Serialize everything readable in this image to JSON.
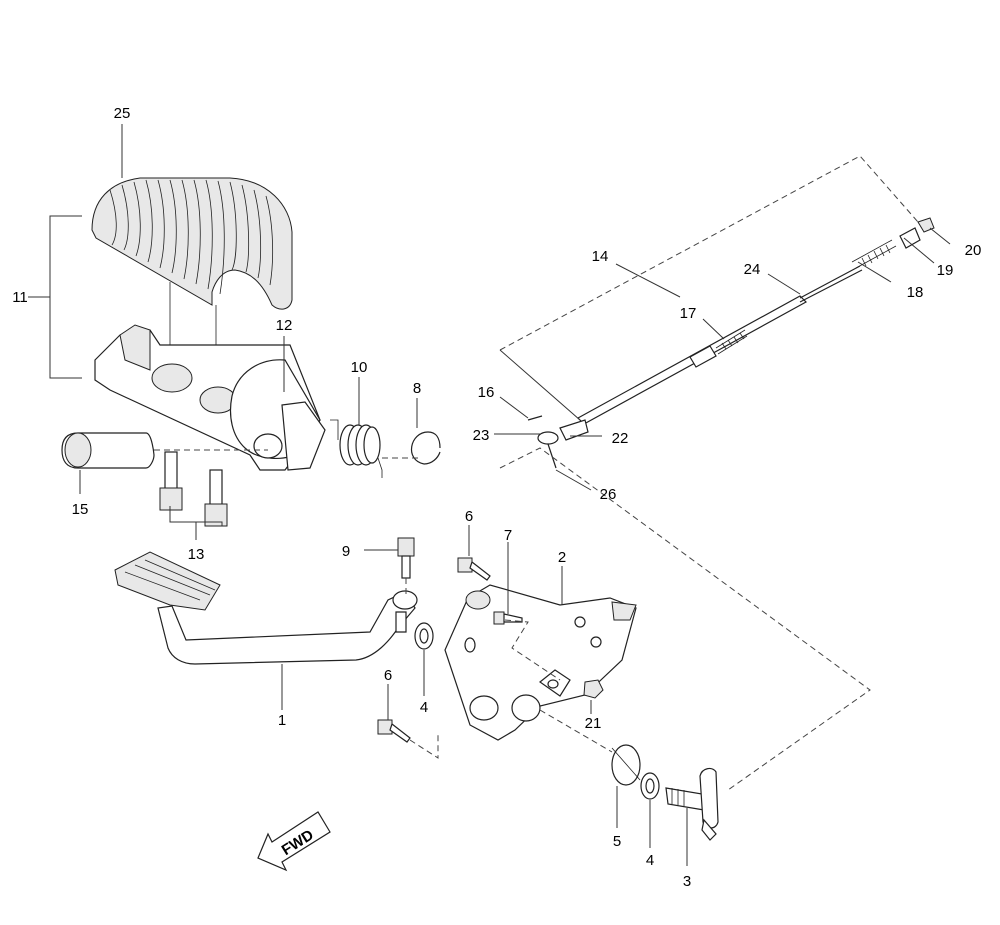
{
  "diagram": {
    "arrow_text": "FWD",
    "callouts": [
      {
        "id": "c25",
        "text": "25"
      },
      {
        "id": "c11",
        "text": "11"
      },
      {
        "id": "c12",
        "text": "12"
      },
      {
        "id": "c10",
        "text": "10"
      },
      {
        "id": "c8",
        "text": "8"
      },
      {
        "id": "c15",
        "text": "15"
      },
      {
        "id": "c13",
        "text": "13"
      },
      {
        "id": "c14",
        "text": "14"
      },
      {
        "id": "c24",
        "text": "24"
      },
      {
        "id": "c20",
        "text": "20"
      },
      {
        "id": "c19",
        "text": "19"
      },
      {
        "id": "c18",
        "text": "18"
      },
      {
        "id": "c17",
        "text": "17"
      },
      {
        "id": "c16",
        "text": "16"
      },
      {
        "id": "c23",
        "text": "23"
      },
      {
        "id": "c22",
        "text": "22"
      },
      {
        "id": "c26",
        "text": "26"
      },
      {
        "id": "c9",
        "text": "9"
      },
      {
        "id": "c6a",
        "text": "6"
      },
      {
        "id": "c7",
        "text": "7"
      },
      {
        "id": "c2",
        "text": "2"
      },
      {
        "id": "c6b",
        "text": "6"
      },
      {
        "id": "c4a",
        "text": "4"
      },
      {
        "id": "c1",
        "text": "1"
      },
      {
        "id": "c21",
        "text": "21"
      },
      {
        "id": "c5",
        "text": "5"
      },
      {
        "id": "c4b",
        "text": "4"
      },
      {
        "id": "c3",
        "text": "3"
      }
    ]
  }
}
